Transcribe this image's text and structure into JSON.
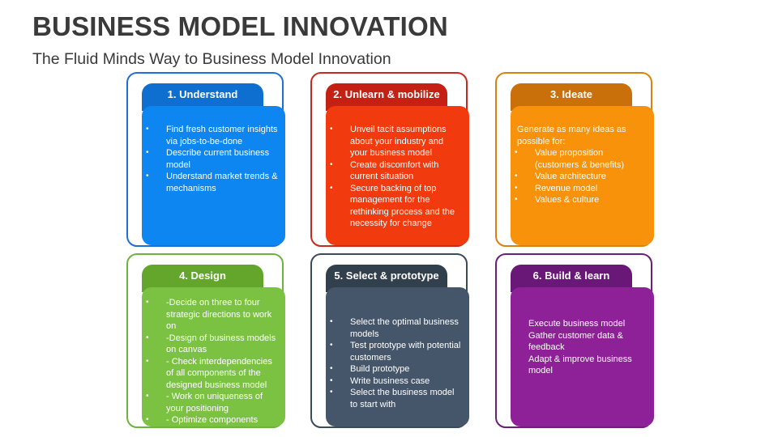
{
  "title": "BUSINESS MODEL INNOVATION",
  "subtitle": "The Fluid Minds Way to Business Model Innovation",
  "cards": [
    {
      "heading": "1. Understand",
      "tab_color": "#0f6fd1",
      "panel_color": "#0d86f2",
      "intro": "",
      "items": [
        "Find fresh customer insights via jobs-to-be-done",
        "Describe current business model",
        "Understand market trends & mechanisms"
      ]
    },
    {
      "heading": "2. Unlearn & mobilize",
      "tab_color": "#c42014",
      "panel_color": "#f23a0f",
      "intro": "",
      "items": [
        "Unveil tacit assumptions about your industry and your business model",
        "Create discomfort with current situation",
        "Secure backing of top management for the rethinking process and the necessity for change"
      ]
    },
    {
      "heading": "3. Ideate",
      "tab_color": "#c9700a",
      "panel_color": "#f7920a",
      "intro": "Generate as many ideas as possible for:",
      "items": [
        "Value proposition (customers & benefits)",
        "Value architecture",
        "Revenue model",
        "Values & culture"
      ]
    },
    {
      "heading": "4. Design",
      "tab_color": "#64a62c",
      "panel_color": "#7cc242",
      "intro": "",
      "items": [
        " -Decide on three to four strategic directions to work on",
        " -Design of business models on canvas",
        "- Check interdependencies of all components of the designed business model",
        "- Work on uniqueness of your positioning",
        "- Optimize components"
      ]
    },
    {
      "heading": "5.  Select & prototype",
      "tab_color": "#323f4d",
      "panel_color": "#45566a",
      "intro": "",
      "items": [
        "Select the optimal business models",
        "Test prototype with potential customers",
        " Build prototype",
        "Write business case",
        "Select the business model to start with"
      ]
    },
    {
      "heading": "6. Build & learn",
      "tab_color": "#6a1878",
      "panel_color": "#8e2198",
      "intro": "",
      "items": [
        " Execute business model",
        "Gather customer data & feedback",
        "Adapt & improve business model"
      ]
    }
  ]
}
